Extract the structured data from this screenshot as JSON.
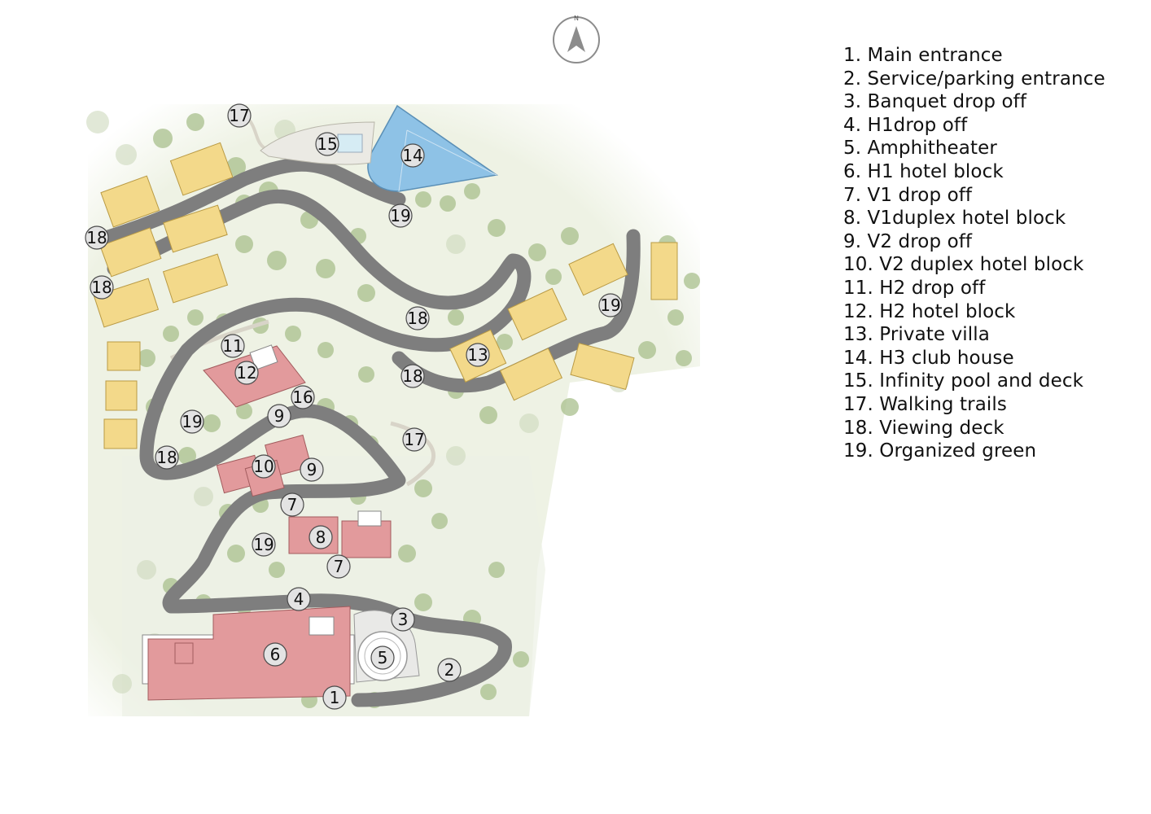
{
  "compass": {
    "label": "N"
  },
  "legend": [
    "1. Main entrance",
    "2. Service/parking entrance",
    "3. Banquet drop off",
    "4. H1drop off",
    "5. Amphitheater",
    "6. H1 hotel block",
    "7. V1 drop off",
    "8. V1duplex hotel block",
    "9. V2 drop off",
    "10. V2 duplex hotel block",
    "11. H2 drop off",
    "12. H2 hotel block",
    "13. Private villa",
    "14. H3 club house",
    "15. Infinity pool and deck",
    "17. Walking trails",
    "18. Viewing deck",
    "19. Organized green"
  ],
  "markers": [
    "17",
    "15",
    "14",
    "19",
    "18",
    "18",
    "18",
    "18",
    "19",
    "11",
    "12",
    "16",
    "19",
    "9",
    "18",
    "10",
    "9",
    "17",
    "7",
    "8",
    "19",
    "7",
    "4",
    "3",
    "6",
    "5",
    "2",
    "1",
    "13"
  ],
  "colors": {
    "hotel_block_red": "#e29a9c",
    "villa_yellow": "#f3d98a",
    "club_house_blue": "#8ec2e6",
    "road_gray": "#7e7e7e",
    "green": "#a8bf8c"
  }
}
